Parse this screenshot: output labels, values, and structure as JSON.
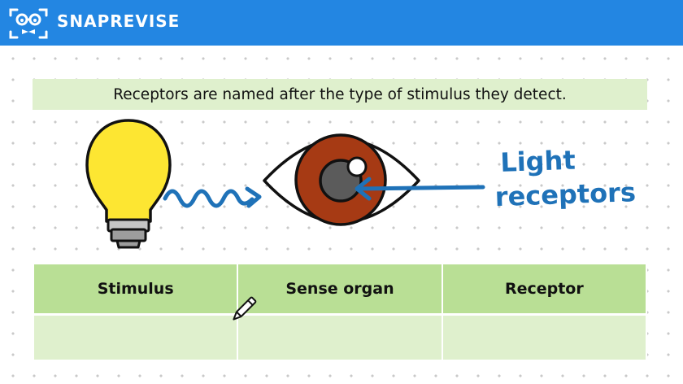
{
  "header": {
    "brand": "SNAPREVISE",
    "logo_icon": "glasses-bowtie-face-icon",
    "color": "#2386e2"
  },
  "lesson": {
    "headline": "Receptors are named after the type of stimulus they detect.",
    "label_line1": "Light",
    "label_line2": "receptors",
    "label_color": "#1f72b8",
    "icons": [
      "light-bulb-icon",
      "wave-arrow-icon",
      "eye-icon",
      "pointer-arrow-icon"
    ]
  },
  "table": {
    "headers": [
      "Stimulus",
      "Sense organ",
      "Receptor"
    ],
    "cells": [
      "",
      "",
      ""
    ],
    "header_color": "#b9df95",
    "cell_color": "#dff0cd"
  },
  "cursor": {
    "icon": "pen-cursor-icon"
  }
}
